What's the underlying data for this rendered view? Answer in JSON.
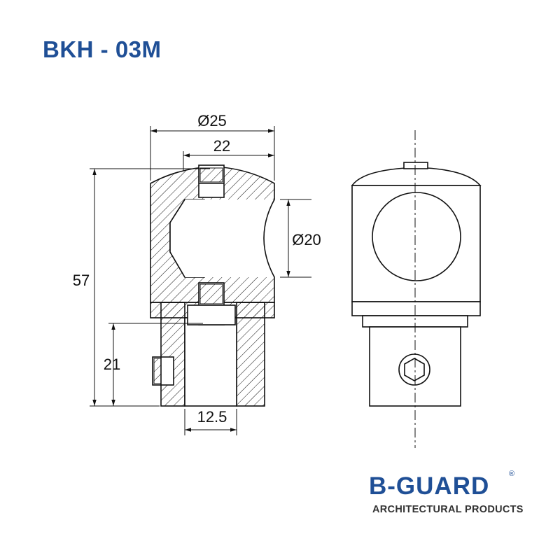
{
  "title": "BKH - 03M",
  "colors": {
    "title": "#1f4f96",
    "logo": "#1f4f96",
    "line": "#111111"
  },
  "dimensions": {
    "outer_diameter": "Ø25",
    "inner_width": "22",
    "tube_diameter": "Ø20",
    "total_height": "57",
    "lower_height": "21",
    "bore_width": "12.5"
  },
  "logo": {
    "name": "B-GUARD",
    "registered": "®",
    "tagline": "ARCHITECTURAL PRODUCTS"
  }
}
